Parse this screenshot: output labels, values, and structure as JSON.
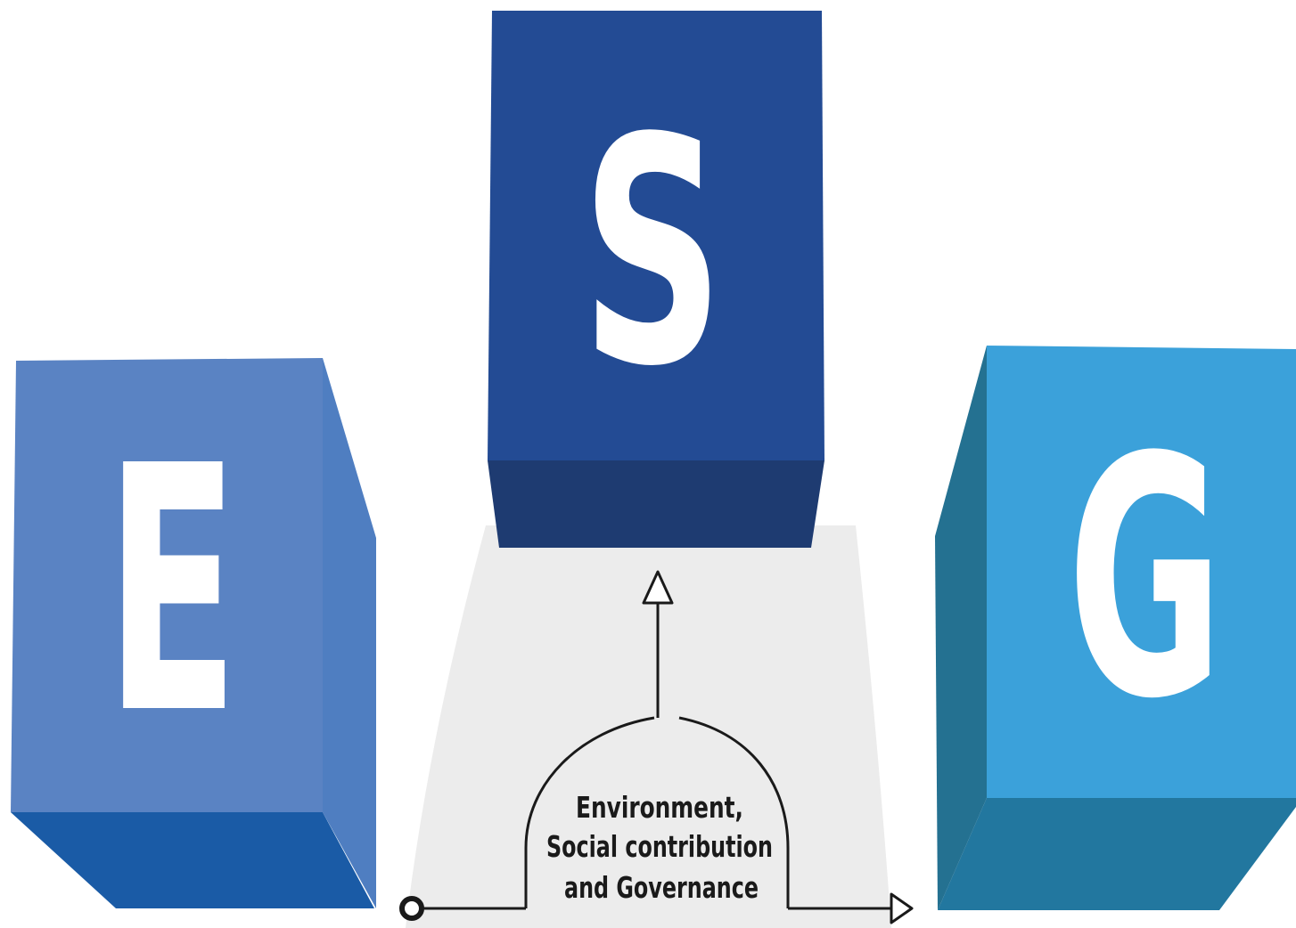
{
  "blocks": {
    "e": {
      "letter": "E",
      "front_color": "#5a83c3",
      "side_color": "#4f7ec1",
      "bottom_color": "#1a5ba6"
    },
    "s": {
      "letter": "S",
      "front_color": "#234b94",
      "bottom_color": "#1e3b71"
    },
    "g": {
      "letter": "G",
      "front_color": "#3ba1da",
      "side_color": "#247191",
      "bottom_color": "#22779f"
    }
  },
  "center_label": {
    "line1": "Environment,",
    "line2": "Social contribution",
    "line3": "and Governance"
  },
  "shadow_color": "#ececec",
  "line_color": "#1a1a1a"
}
